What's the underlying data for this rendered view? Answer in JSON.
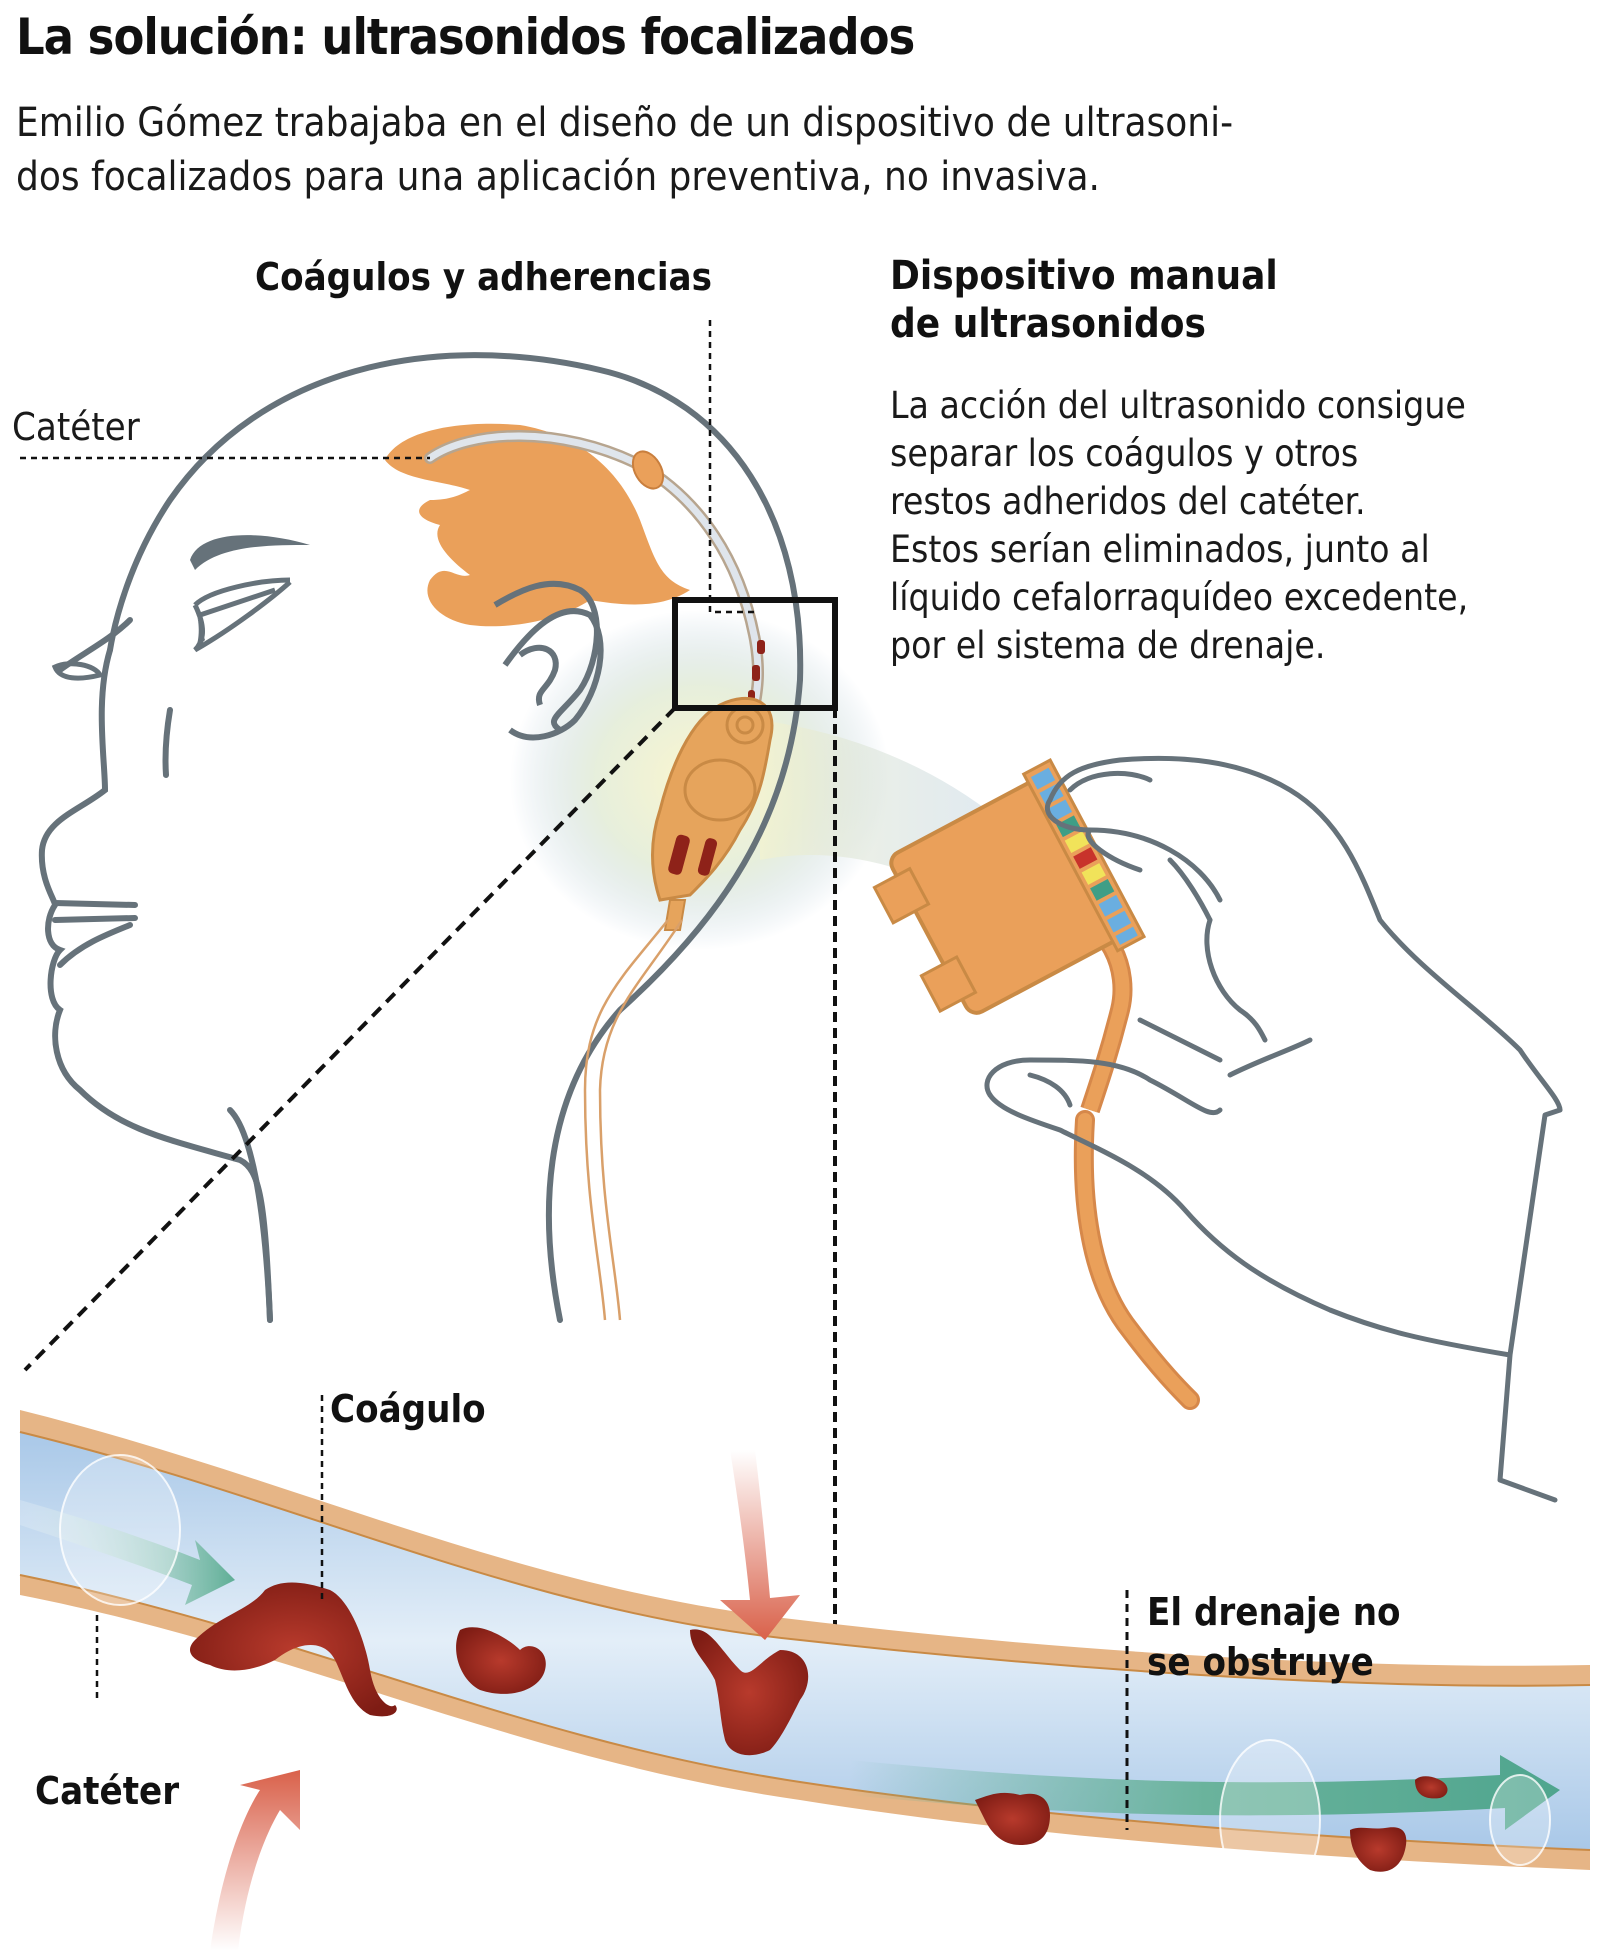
{
  "header": {
    "title": "La solución: ultrasonidos focalizados",
    "intro_line1": "Emilio Gómez trabajaba en el diseño de un dispositivo de ultrasoni-",
    "intro_line2": "dos focalizados para una aplicación preventiva, no invasiva."
  },
  "head_diagram": {
    "label_clots": "Coágulos y adherencias",
    "label_catheter": "Catéter"
  },
  "device_panel": {
    "title_line1": "Dispositivo manual",
    "title_line2": "de ultrasonidos",
    "description": [
      "La acción del ultrasonido consigue",
      "separar los coágulos y otros",
      "restos adheridos del catéter.",
      "Estos serían eliminados, junto al",
      "líquido cefalorraquídeo excedente,",
      "por el sistema de drenaje."
    ],
    "indicator_colors": [
      "#6aaee0",
      "#6aaee0",
      "#6aaee0",
      "#3f9e86",
      "#f1e35a",
      "#c8332b",
      "#f1e35a",
      "#3f9e86",
      "#6aaee0",
      "#6aaee0",
      "#6aaee0"
    ]
  },
  "catheter_detail": {
    "label_clot": "Coágulo",
    "label_catheter": "Catéter",
    "label_result_line1": "El drenaje no",
    "label_result_line2": "se obstruye"
  },
  "colors": {
    "outline": "#66727a",
    "brain_orange": "#eaa05a",
    "catheter_wall": "#e6b586",
    "fluid_blue": "#c9dcef",
    "clot": "#8e2219",
    "flow_arrow": "#4fa58e",
    "ultrasound_arrow": "#d9614a"
  }
}
